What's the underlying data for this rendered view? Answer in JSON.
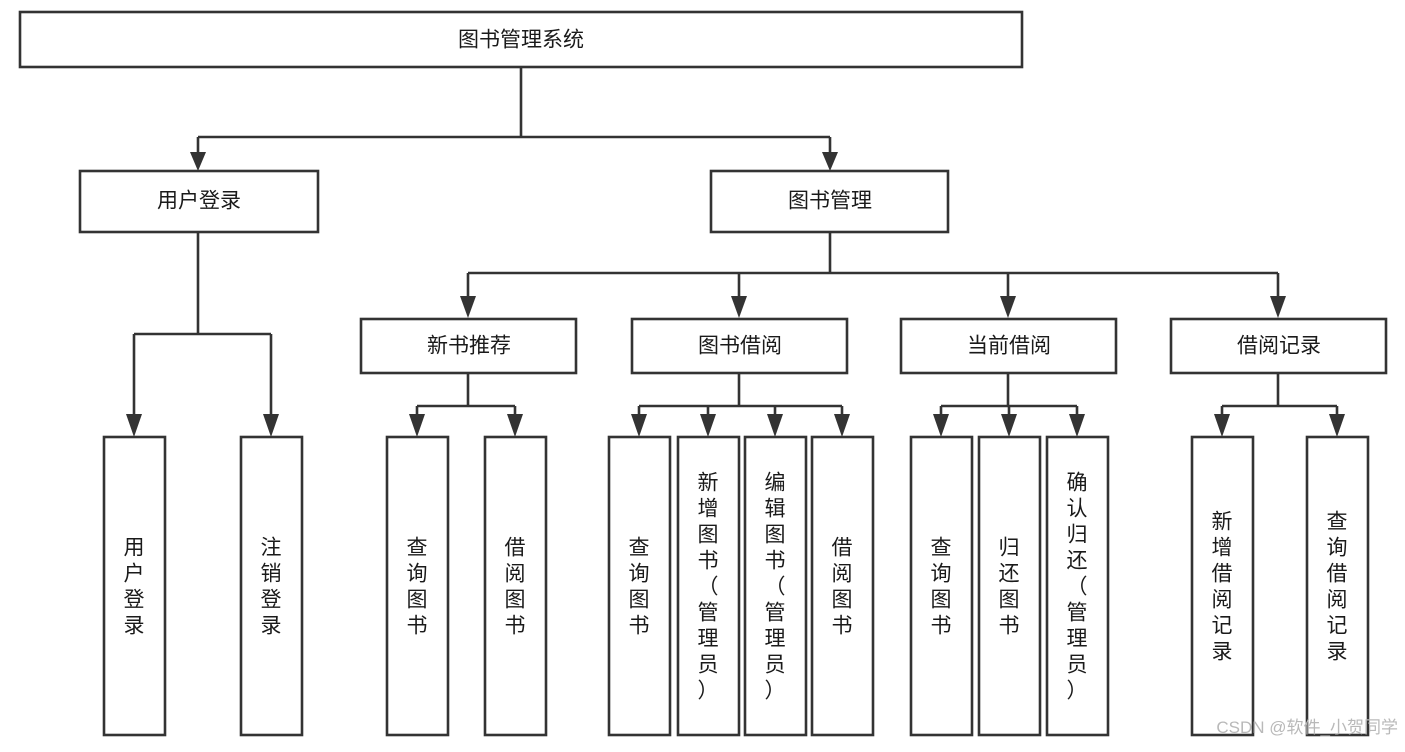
{
  "diagram": {
    "title": "图书管理系统",
    "type": "hierarchy-tree",
    "root": {
      "id": "root",
      "label": "图书管理系统"
    },
    "level2": [
      {
        "id": "user-login",
        "label": "用户登录"
      },
      {
        "id": "book-management",
        "label": "图书管理"
      }
    ],
    "level3": [
      {
        "id": "new-book-recommend",
        "label": "新书推荐",
        "parent": "book-management"
      },
      {
        "id": "book-borrow",
        "label": "图书借阅",
        "parent": "book-management"
      },
      {
        "id": "current-borrow",
        "label": "当前借阅",
        "parent": "book-management"
      },
      {
        "id": "borrow-record",
        "label": "借阅记录",
        "parent": "book-management"
      }
    ],
    "leaves": [
      {
        "id": "leaf-user-login",
        "label": "用户登录",
        "parent": "user-login"
      },
      {
        "id": "leaf-logout-login",
        "label": "注销登录",
        "parent": "user-login"
      },
      {
        "id": "leaf-query-book-1",
        "label": "查询图书",
        "parent": "new-book-recommend"
      },
      {
        "id": "leaf-borrow-book-1",
        "label": "借阅图书",
        "parent": "new-book-recommend"
      },
      {
        "id": "leaf-query-book-2",
        "label": "查询图书",
        "parent": "book-borrow"
      },
      {
        "id": "leaf-add-book",
        "label": "新增图书（管理员）",
        "parent": "book-borrow"
      },
      {
        "id": "leaf-edit-book",
        "label": "编辑图书（管理员）",
        "parent": "book-borrow"
      },
      {
        "id": "leaf-borrow-book-2",
        "label": "借阅图书",
        "parent": "book-borrow"
      },
      {
        "id": "leaf-query-book-3",
        "label": "查询图书",
        "parent": "current-borrow"
      },
      {
        "id": "leaf-return-book",
        "label": "归还图书",
        "parent": "current-borrow"
      },
      {
        "id": "leaf-confirm-return",
        "label": "确认归还（管理员）",
        "parent": "current-borrow"
      },
      {
        "id": "leaf-add-record",
        "label": "新增借阅记录",
        "parent": "borrow-record"
      },
      {
        "id": "leaf-query-record",
        "label": "查询借阅记录",
        "parent": "borrow-record"
      }
    ],
    "colors": {
      "box_stroke": "#333333",
      "box_fill": "#ffffff",
      "text": "#1a1a1a",
      "background": "#ffffff",
      "watermark": "#b9b9b9"
    }
  },
  "watermark": {
    "text": "CSDN @软件_小贺同学"
  }
}
